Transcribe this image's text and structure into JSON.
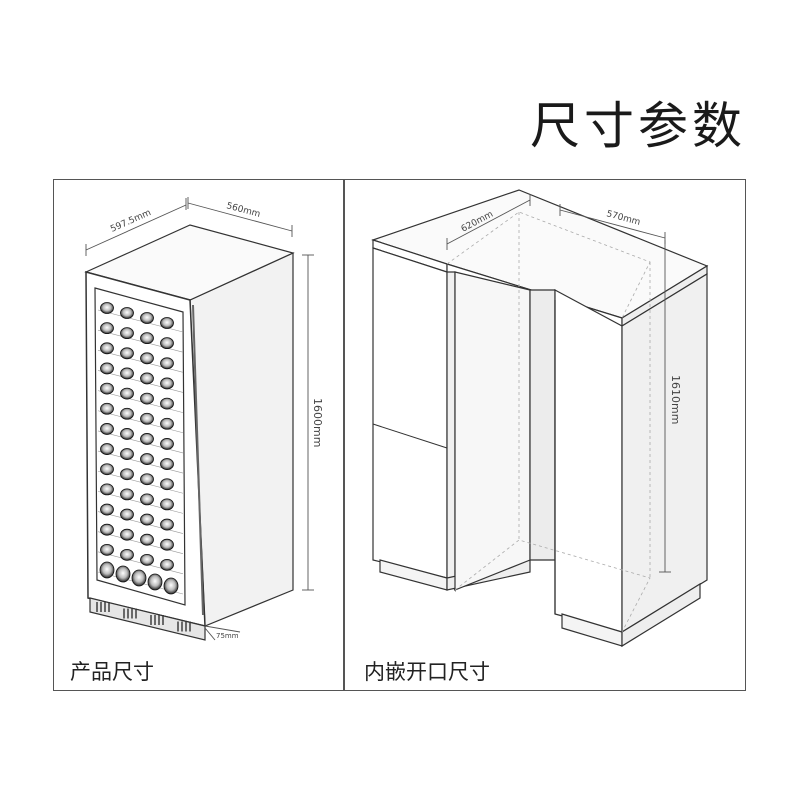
{
  "title": "尺寸参数",
  "panels": {
    "product": {
      "caption": "产品尺寸",
      "dims": {
        "depth": "597.5mm",
        "width": "560mm",
        "height": "1600mm",
        "foot": "75mm"
      }
    },
    "cutout": {
      "caption": "内嵌开口尺寸",
      "dims": {
        "depth": "620mm",
        "width": "570mm",
        "height": "1610mm"
      }
    }
  }
}
